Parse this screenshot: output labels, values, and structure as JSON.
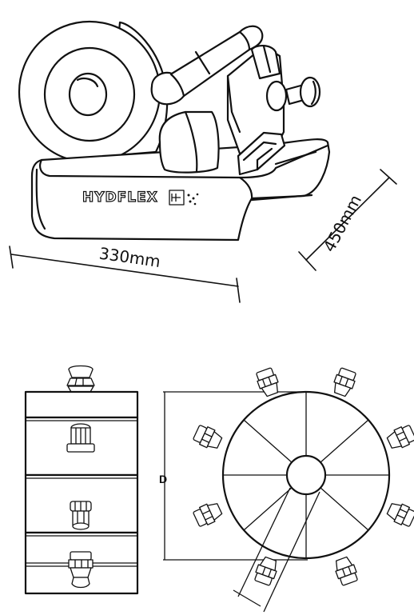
{
  "machine": {
    "brand": "HYDFLEX",
    "width_dimension": "330mm",
    "depth_dimension": "450mm"
  },
  "diagram": {
    "diameter_label": "D"
  }
}
